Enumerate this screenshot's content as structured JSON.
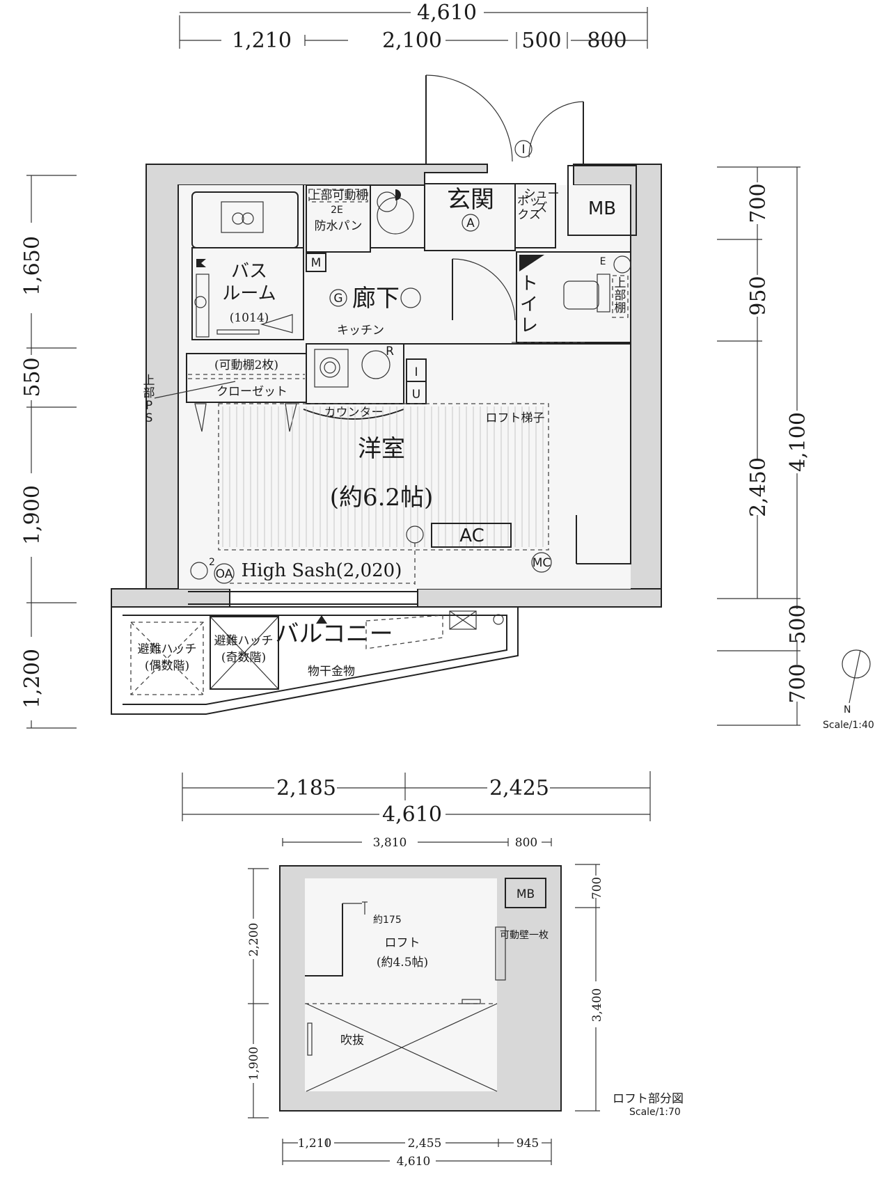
{
  "top_dims": {
    "total": "4,610",
    "d1": "1,210",
    "d2": "2,100",
    "d3": "500",
    "d4": "800"
  },
  "left_dims": {
    "d1": "1,650",
    "d2": "550",
    "d3": "1,900",
    "d4": "1,200"
  },
  "right_dims": {
    "d1": "700",
    "d2": "950",
    "d3": "2,450",
    "d4": "4,100",
    "d5": "500",
    "d6": "700"
  },
  "bottom_dims": {
    "d1": "2,185",
    "d2": "2,425",
    "total": "4,610"
  },
  "rooms": {
    "entrance": "玄関",
    "entrance_mark": "A",
    "shoes_box": [
      "シュー",
      "ズ",
      "ボッ",
      "クス"
    ],
    "mb": "MB",
    "shelf_top": "上部可動棚",
    "shelf_2e": "2E",
    "water_pan": "防水パン",
    "bath": [
      "バス",
      "ルーム"
    ],
    "bath_size": "(1014)",
    "m_mark": "M",
    "g_mark": "G",
    "hallway": "廊下",
    "kitchen": "キッチン",
    "toilet": [
      "ト",
      "イ",
      "レ"
    ],
    "toilet_shelf": [
      "上",
      "部",
      "棚"
    ],
    "e_mark": "E",
    "closet_shelf": "(可動棚2枚)",
    "closet": "クローゼット",
    "ps": [
      "上",
      "部",
      "P",
      "S"
    ],
    "r_mark": "R",
    "i_mark": "I",
    "u_mark": "U",
    "counter": "カウンター",
    "loft_ladder": "ロフト梯子",
    "western": "洋室",
    "western_size": "(約6.2帖)",
    "ac": "AC",
    "oa": "OA",
    "mc": "MC",
    "sash": "High Sash(2,020)",
    "balcony": "バルコニー",
    "hatch_even": [
      "避難ハッチ",
      "(偶数階)"
    ],
    "hatch_odd": [
      "避難ハッチ",
      "(奇数階)"
    ],
    "drying": "物干金物",
    "north": "N",
    "scale_main": "Scale/1:40"
  },
  "loft": {
    "top_total": "3,810",
    "top_right": "800",
    "mb": "MB",
    "right_d1": "700",
    "right_d2": "3,400",
    "left_d1": "2,200",
    "left_d2": "1,900",
    "clearance": "約175",
    "name": "ロフト",
    "size": "(約4.5帖)",
    "movable_wall": "可動壁一枚",
    "void": "吹抜",
    "bottom_d1": "1,210",
    "bottom_d2": "2,455",
    "bottom_d3": "945",
    "bottom_total": "4,610",
    "title": "ロフト部分図",
    "scale": "Scale/1:70"
  }
}
